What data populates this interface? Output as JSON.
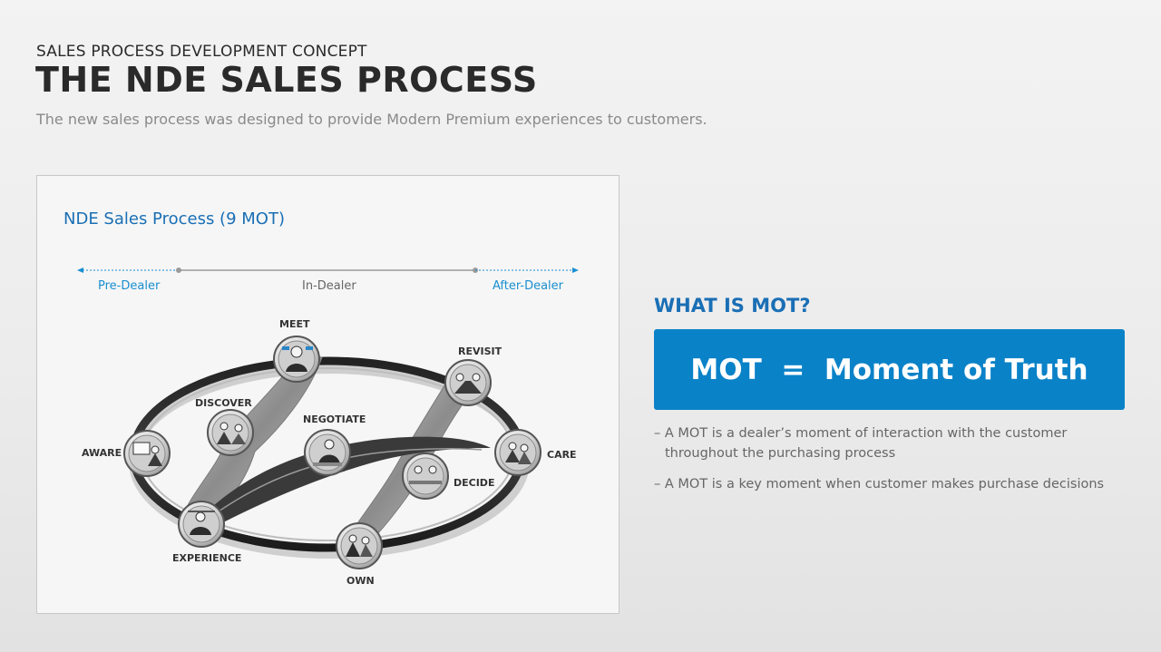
{
  "header": {
    "kicker": "SALES PROCESS DEVELOPMENT CONCEPT",
    "title": "THE NDE SALES PROCESS",
    "subtitle": "The new sales process was designed to provide Modern Premium experiences to customers."
  },
  "diagram": {
    "title": "NDE Sales Process (9 MOT)",
    "timeline": {
      "pre": "Pre-Dealer",
      "in": "In-Dealer",
      "after": "After-Dealer"
    },
    "steps": {
      "meet": "MEET",
      "revisit": "REVISIT",
      "discover": "DISCOVER",
      "negotiate": "NEGOTIATE",
      "aware": "AWARE",
      "care": "CARE",
      "decide": "DECIDE",
      "experience": "EXPERIENCE",
      "own": "OWN"
    }
  },
  "mot": {
    "heading": "WHAT IS MOT?",
    "definition": "MOT  =  Moment of Truth",
    "bullets": [
      "– A MOT is a dealer’s moment of interaction with the customer throughout the purchasing process",
      "– A MOT is a key moment when customer makes purchase decisions"
    ]
  },
  "colors": {
    "accent": "#1a6fb5",
    "box_blue": "#0a82c8",
    "timeline_blue": "#1a8fd0",
    "timeline_gray": "#9a9a9a"
  }
}
